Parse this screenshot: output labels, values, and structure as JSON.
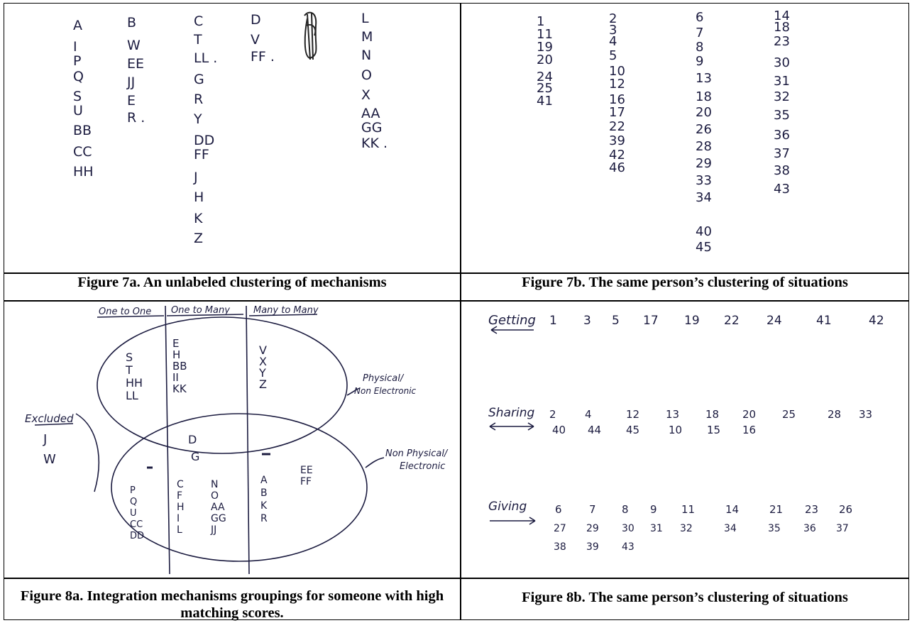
{
  "fig7a": {
    "caption": "Figure 7a. An unlabeled clustering of mechanisms",
    "columns": [
      [
        "A",
        "I",
        "P",
        "Q",
        "S",
        "U",
        "BB",
        "CC",
        "HH"
      ],
      [
        "B",
        "W",
        "EE",
        "JJ",
        "E",
        "R ."
      ],
      [
        "C",
        "T",
        "LL .",
        "G",
        "R",
        "Y",
        "DD",
        "FF",
        "J",
        "H",
        "K",
        "Z"
      ],
      [
        "D",
        "V",
        "FF ."
      ],
      [
        "L",
        "M",
        "N",
        "O",
        "X",
        "AA",
        "GG",
        "KK ."
      ]
    ]
  },
  "fig7b": {
    "caption": "Figure 7b. The same person’s clustering of situations",
    "columns": [
      [
        "1",
        "11",
        "19",
        "20",
        "24",
        "25",
        "41"
      ],
      [
        "2",
        "3",
        "4",
        "5",
        "10",
        "12",
        "16",
        "17",
        "22",
        "39",
        "42",
        "46"
      ],
      [
        "6",
        "7",
        "8",
        "9",
        "13",
        "18",
        "20",
        "26",
        "28",
        "29",
        "33",
        "34",
        "40",
        "45"
      ],
      [
        "14",
        "18",
        "23",
        "30",
        "31",
        "32",
        "35",
        "36",
        "37",
        "38",
        "43"
      ]
    ]
  },
  "fig8a": {
    "caption": "Figure 8a. Integration mechanisms groupings for someone with high matching scores.",
    "headers": [
      "One to One",
      "One to Many",
      "Many to Many"
    ],
    "excluded_label": "Excluded",
    "excluded_items": [
      "J",
      "W"
    ],
    "physical_label": "Physical/ Non Electronic",
    "nonphysical_label": "Non Physical/ Electronic",
    "upper_one_to_one": [
      "S",
      "T",
      "HH",
      "LL"
    ],
    "upper_one_to_many": [
      "E",
      "H",
      "BB",
      "II",
      "KK"
    ],
    "upper_many_to_many": [
      "V",
      "X",
      "Y",
      "Z"
    ],
    "middle": [
      "D",
      "G"
    ],
    "lower_one_to_one": [
      "P",
      "Q",
      "U",
      "CC",
      "DD"
    ],
    "lower_one_to_many_a": [
      "C",
      "F",
      "H",
      "I",
      "L"
    ],
    "lower_one_to_many_b": [
      "N",
      "O",
      "AA",
      "GG",
      "JJ"
    ],
    "lower_many_to_many_a": [
      "A",
      "B",
      "K",
      "R"
    ],
    "lower_many_to_many_b": [
      "EE",
      "FF"
    ]
  },
  "fig8b": {
    "caption": "Figure 8b. The same person’s clustering of situations",
    "getting_label": "Getting",
    "getting_items": [
      "1",
      "3",
      "5",
      "17",
      "19",
      "22",
      "24",
      "41",
      "42"
    ],
    "sharing_label": "Sharing",
    "sharing_row1": [
      "2",
      "4",
      "12",
      "13",
      "18",
      "20",
      "25",
      "28",
      "33"
    ],
    "sharing_row2": [
      "40",
      "44",
      "45",
      "10",
      "15",
      "16"
    ],
    "giving_label": "Giving",
    "giving_row1": [
      "6",
      "7",
      "8",
      "9",
      "11",
      "14",
      "21",
      "23",
      "26"
    ],
    "giving_row2": [
      "27",
      "29",
      "30",
      "31",
      "32",
      "34",
      "35",
      "36",
      "37"
    ],
    "giving_row3": [
      "38",
      "39",
      "43"
    ]
  }
}
